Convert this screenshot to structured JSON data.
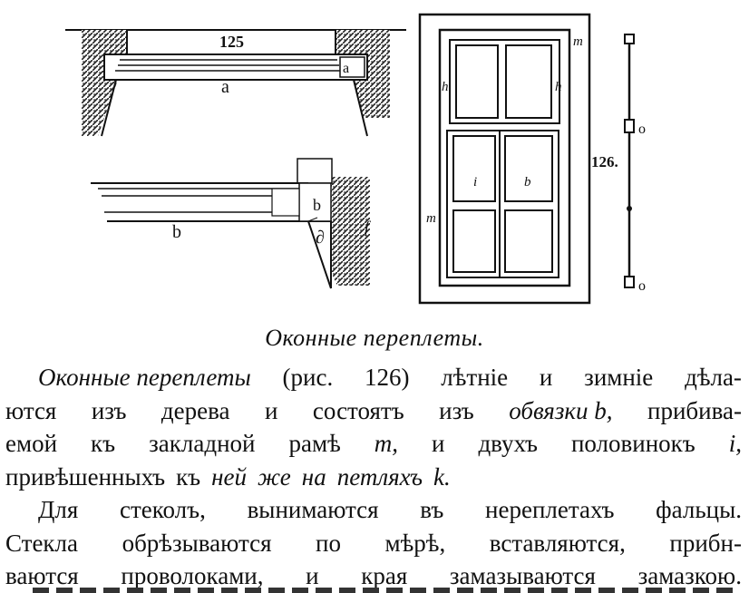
{
  "figure": {
    "labels": {
      "dim_125": "125",
      "a_small": "a",
      "a_main": "a",
      "b_small": "b",
      "b_main": "b",
      "d": "∂",
      "f": "f",
      "m_top": "m",
      "m_left": "m",
      "h_left": "h",
      "h_right": "h",
      "i": "i",
      "b_window": "b",
      "fig_no": "126.",
      "o_upper": "o",
      "o_lower": "o"
    }
  },
  "caption": "Оконные переплеты.",
  "paragraph1": {
    "line1_italic": "Оконные переплеты",
    "line1_words": [
      "(рис.",
      "126)",
      "лѣтніе",
      "и",
      "зимніе",
      "дѣла-"
    ],
    "line2_words": [
      "ются",
      "изъ",
      "дерева",
      "и",
      "состоятъ",
      "изъ"
    ],
    "line2_italic": "обвязки b,",
    "line2_end": "прибива-",
    "line3_words": [
      "емой",
      "къ",
      "закладной",
      "рамѣ"
    ],
    "line3_m": "m,",
    "line3_rest": [
      "и",
      "двухъ",
      "половинокъ"
    ],
    "line3_i": "i,",
    "line4_words": [
      "привѣшенныхъ",
      "къ",
      "ней",
      "же",
      "на",
      "петляхъ"
    ],
    "line4_k": "k."
  },
  "paragraph2": {
    "line1": [
      "Для",
      "стеколъ,",
      "вынимаются",
      "въ",
      "нереплетахъ",
      "фальцы."
    ],
    "line2": [
      "Стекла",
      "обрѣзываются",
      "по",
      "мѣрѣ,",
      "вставляются,",
      "прибн-"
    ],
    "line3": [
      "ваются",
      "проволоками,",
      "и",
      "края",
      "замазываются",
      "замазкою."
    ]
  }
}
